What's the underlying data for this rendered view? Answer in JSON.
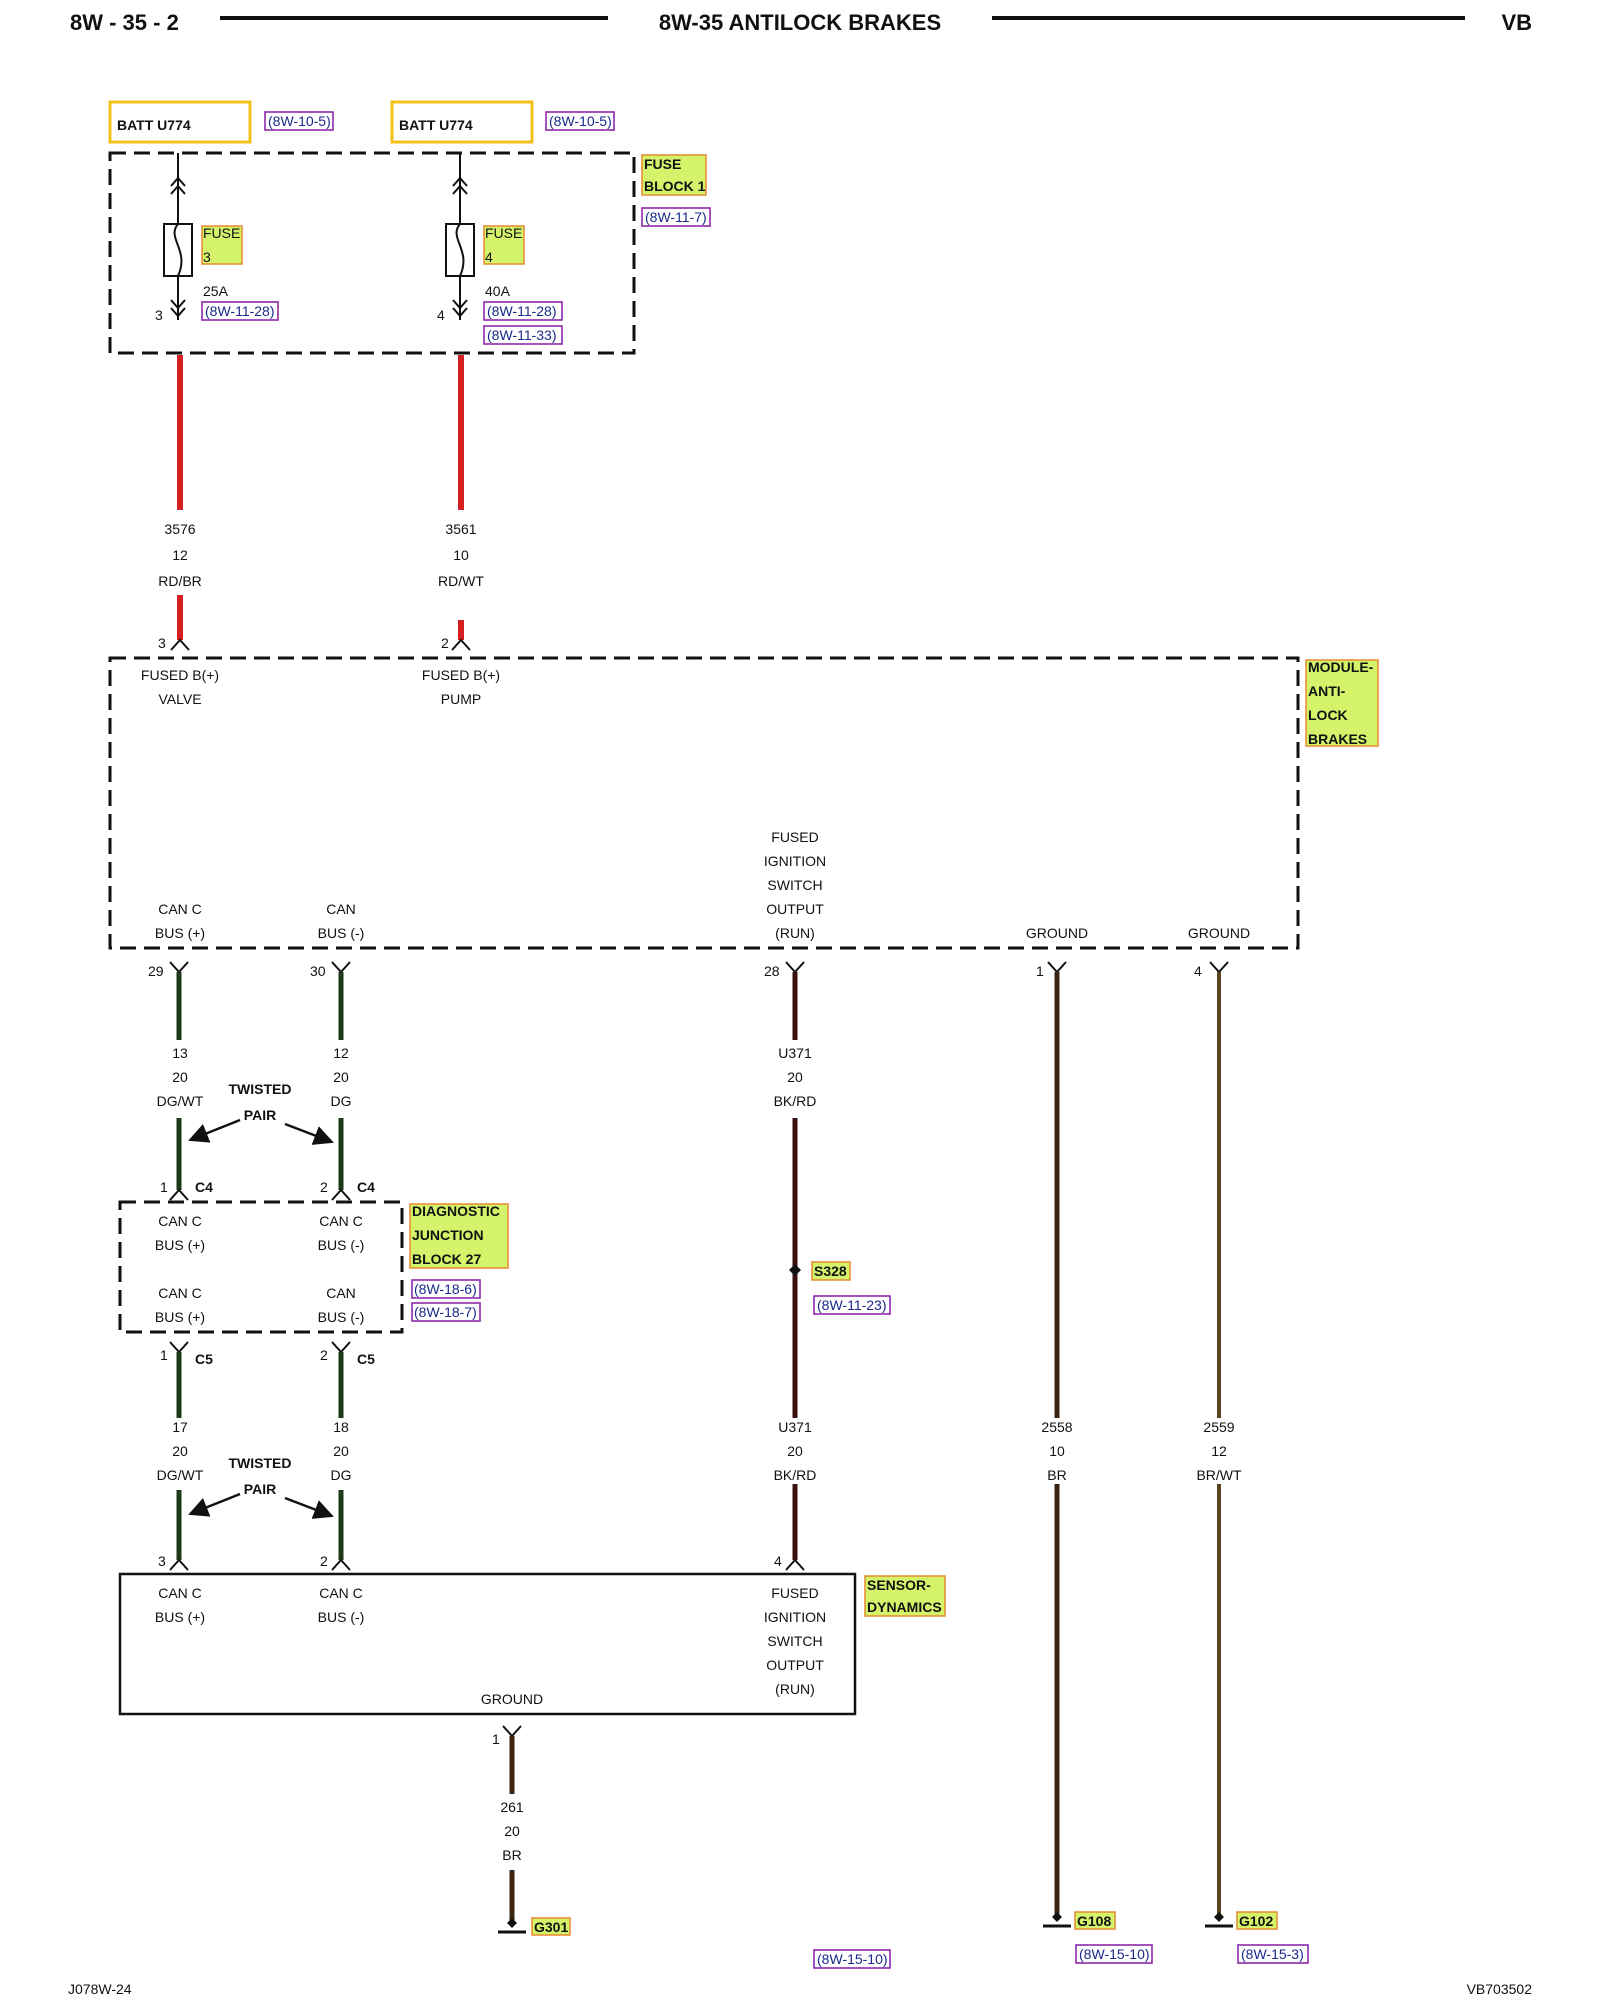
{
  "header": {
    "page_number": "8W - 35 - 2",
    "title": "8W-35 ANTILOCK BRAKES",
    "model": "VB"
  },
  "footer": {
    "left_code": "J078W-24",
    "right_code": "VB703502"
  },
  "batt": [
    {
      "label": "BATT U774",
      "ref": "(8W-10-5)"
    },
    {
      "label": "BATT U774",
      "ref": "(8W-10-5)"
    }
  ],
  "fuse_block": {
    "name_line1": "FUSE",
    "name_line2": "BLOCK 1",
    "ref": "(8W-11-7)"
  },
  "fuses": [
    {
      "tag_line1": "FUSE",
      "tag_line2": "3",
      "rating": "25A",
      "pin": "3",
      "refs": [
        "(8W-11-28)"
      ]
    },
    {
      "tag_line1": "FUSE",
      "tag_line2": "4",
      "rating": "40A",
      "pin": "4",
      "refs": [
        "(8W-11-28)",
        "(8W-11-33)"
      ]
    }
  ],
  "wires_top": [
    {
      "circuit": "3576",
      "gauge": "12",
      "color": "RD/BR",
      "pin": "3"
    },
    {
      "circuit": "3561",
      "gauge": "10",
      "color": "RD/WT",
      "pin": "2"
    }
  ],
  "abs_module": {
    "tag": [
      "MODULE-",
      "ANTI-",
      "LOCK",
      "BRAKES"
    ],
    "valve": [
      "FUSED B(+)",
      "VALVE"
    ],
    "pump": [
      "FUSED B(+)",
      "PUMP"
    ],
    "can_plus": [
      "CAN C",
      "BUS (+)"
    ],
    "can_minus": [
      "CAN",
      "BUS (-)"
    ],
    "fused_ign": [
      "FUSED",
      "IGNITION",
      "SWITCH",
      "OUTPUT",
      "(RUN)"
    ],
    "ground1": "GROUND",
    "ground2": "GROUND",
    "pins": {
      "can_plus": "29",
      "can_minus": "30",
      "ign": "28",
      "gnd1": "1",
      "gnd2": "4"
    }
  },
  "wires_mid": {
    "can_plus": {
      "circuit": "13",
      "gauge": "20",
      "color": "DG/WT"
    },
    "can_minus": {
      "circuit": "12",
      "gauge": "20",
      "color": "DG"
    },
    "ign": {
      "circuit": "U371",
      "gauge": "20",
      "color": "BK/RD"
    }
  },
  "twisted_pair": [
    "TWISTED",
    "PAIR"
  ],
  "djb": {
    "tag": [
      "DIAGNOSTIC",
      "JUNCTION",
      "BLOCK 27"
    ],
    "refs": [
      "(8W-18-6)",
      "(8W-18-7)"
    ],
    "top_left": [
      "CAN C",
      "BUS (+)"
    ],
    "top_right": [
      "CAN C",
      "BUS (-)"
    ],
    "bot_left": [
      "CAN C",
      "BUS (+)"
    ],
    "bot_right": [
      "CAN",
      "BUS (-)"
    ],
    "conn_top": "C4",
    "conn_bot": "C5",
    "pin_l": "1",
    "pin_r": "2"
  },
  "splice": {
    "name": "S328",
    "ref": "(8W-11-23)"
  },
  "wires_low": {
    "can_plus": {
      "circuit": "17",
      "gauge": "20",
      "color": "DG/WT",
      "pin": "3"
    },
    "can_minus": {
      "circuit": "18",
      "gauge": "20",
      "color": "DG",
      "pin": "2"
    },
    "ign": {
      "circuit": "U371",
      "gauge": "20",
      "color": "BK/RD",
      "pin": "4"
    },
    "gnd1": {
      "circuit": "2558",
      "gauge": "10",
      "color": "BR"
    },
    "gnd2": {
      "circuit": "2559",
      "gauge": "12",
      "color": "BR/WT"
    }
  },
  "sensor": {
    "tag": [
      "SENSOR-",
      "DYNAMICS"
    ],
    "can_plus": [
      "CAN C",
      "BUS (+)"
    ],
    "can_minus": [
      "CAN C",
      "BUS (-)"
    ],
    "fused_ign": [
      "FUSED",
      "IGNITION",
      "SWITCH",
      "OUTPUT",
      "(RUN)"
    ],
    "ground": "GROUND",
    "ground_pin": "1"
  },
  "wire_ground_sensor": {
    "circuit": "261",
    "gauge": "20",
    "color": "BR"
  },
  "grounds": [
    {
      "name": "G301",
      "ref": "(8W-15-10)"
    },
    {
      "name": "G108",
      "ref": "(8W-15-10)"
    },
    {
      "name": "G102",
      "ref": "(8W-15-3)"
    }
  ],
  "colors": {
    "red": "#d42020",
    "dark_green": "#1f3a1a",
    "black_red": "#3a1010",
    "brown": "#3b2412",
    "brown_white": "#5a4420",
    "tag_fill": "#d4f36a",
    "batt_border": "#f2c21a",
    "ref_border": "#8e2aa8"
  }
}
